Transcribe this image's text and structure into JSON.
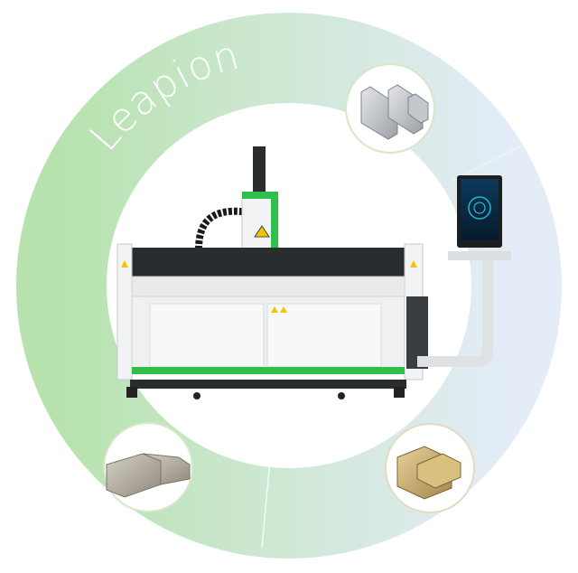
{
  "brand": {
    "logo_text": "Leapion"
  },
  "colors": {
    "ring_green": "#b9e3b2",
    "ring_blue": "#dde8f6",
    "machine_accent": "#2fbf4a",
    "machine_body": "#eef0f1",
    "machine_dark": "#2a2d30",
    "material_gold": "#c8ae6a",
    "material_silver": "#b9bcc0",
    "material_stone": "#b7b2a3"
  },
  "scene": {
    "subject": "fiber-laser-cutting-machine",
    "samples": [
      "aluminum-channel-sample",
      "stainless-channel-sample",
      "brass-channel-sample"
    ]
  }
}
